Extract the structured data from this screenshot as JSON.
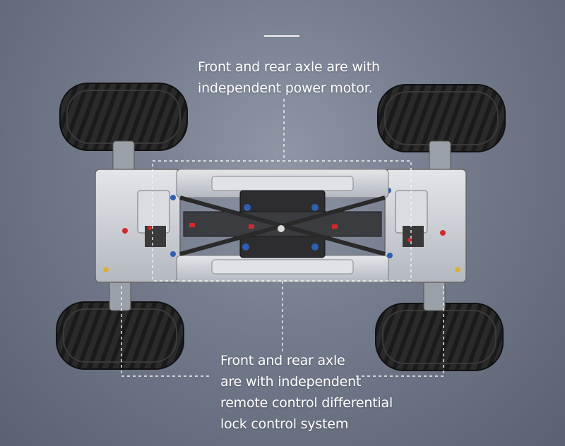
{
  "captions": {
    "top": {
      "line1": "Front and rear axle are with",
      "line2": "independent power motor."
    },
    "bottom": {
      "line1": "Front and rear axle",
      "line2": "are with independent",
      "line3": "remote control differential",
      "line4": "lock control system"
    }
  },
  "colors": {
    "background": "#737a8b",
    "text": "#ffffff",
    "tire": "#262626",
    "frame": "#c9ccd1",
    "accent_red": "#d22a2a",
    "accent_blue": "#2e5fb3"
  },
  "image": {
    "subject": "rc-4x4-vehicle-chassis-top-view"
  }
}
